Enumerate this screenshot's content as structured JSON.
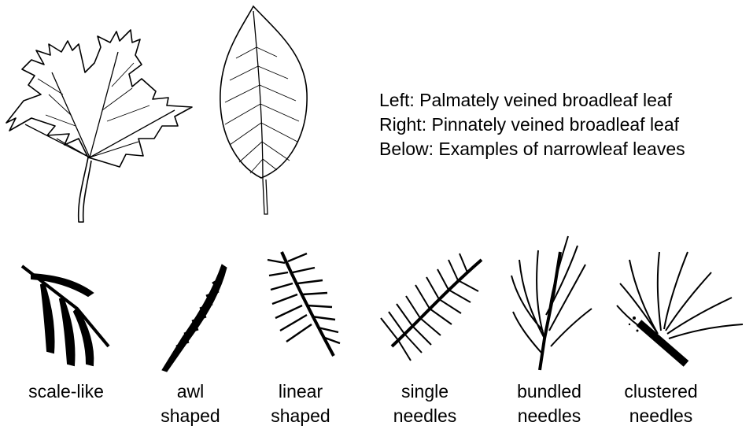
{
  "caption": {
    "line1": "Left: Palmately veined broadleaf leaf",
    "line2": "Right: Pinnately veined broadleaf leaf",
    "line3": "Below: Examples of narrowleaf leaves"
  },
  "narrowleaf": [
    {
      "line1": "scale-like",
      "line2": ""
    },
    {
      "line1": "awl",
      "line2": "shaped"
    },
    {
      "line1": "linear",
      "line2": "shaped"
    },
    {
      "line1": "single",
      "line2": "needles"
    },
    {
      "line1": "bundled",
      "line2": "needles"
    },
    {
      "line1": "clustered",
      "line2": "needles"
    }
  ]
}
